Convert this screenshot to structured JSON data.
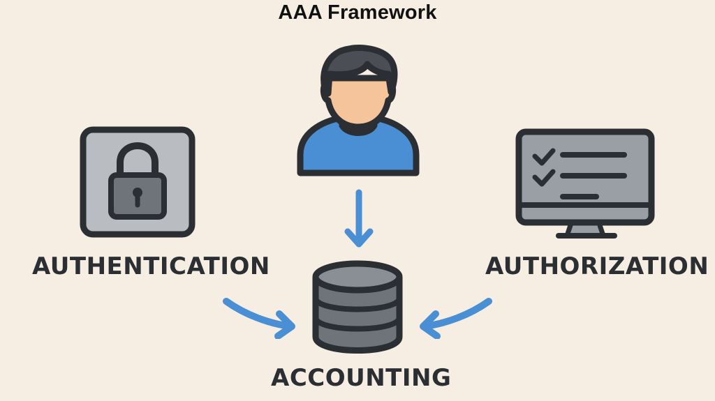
{
  "title": "AAA Framework",
  "nodes": {
    "user": {
      "icon": "user-icon"
    },
    "authentication": {
      "label": "AUTHENTICATION",
      "icon": "padlock-icon"
    },
    "authorization": {
      "label": "AUTHORIZATION",
      "icon": "monitor-checklist-icon"
    },
    "accounting": {
      "label": "ACCOUNTING",
      "icon": "database-icon"
    }
  },
  "edges": [
    {
      "from": "user",
      "to": "accounting",
      "icon": "arrow-down-icon"
    },
    {
      "from": "authentication",
      "to": "accounting",
      "icon": "curved-arrow-right-icon"
    },
    {
      "from": "authorization",
      "to": "accounting",
      "icon": "curved-arrow-left-icon"
    }
  ],
  "colors": {
    "background": "#f6eee3",
    "arrow": "#4a8fd4",
    "outline": "#2b2f33",
    "shirt": "#4a8fd4",
    "skin": "#f6c49a",
    "hair": "#4b4f55",
    "icon_fill_light": "#b9bcc1",
    "icon_fill_dark": "#6f737a"
  }
}
